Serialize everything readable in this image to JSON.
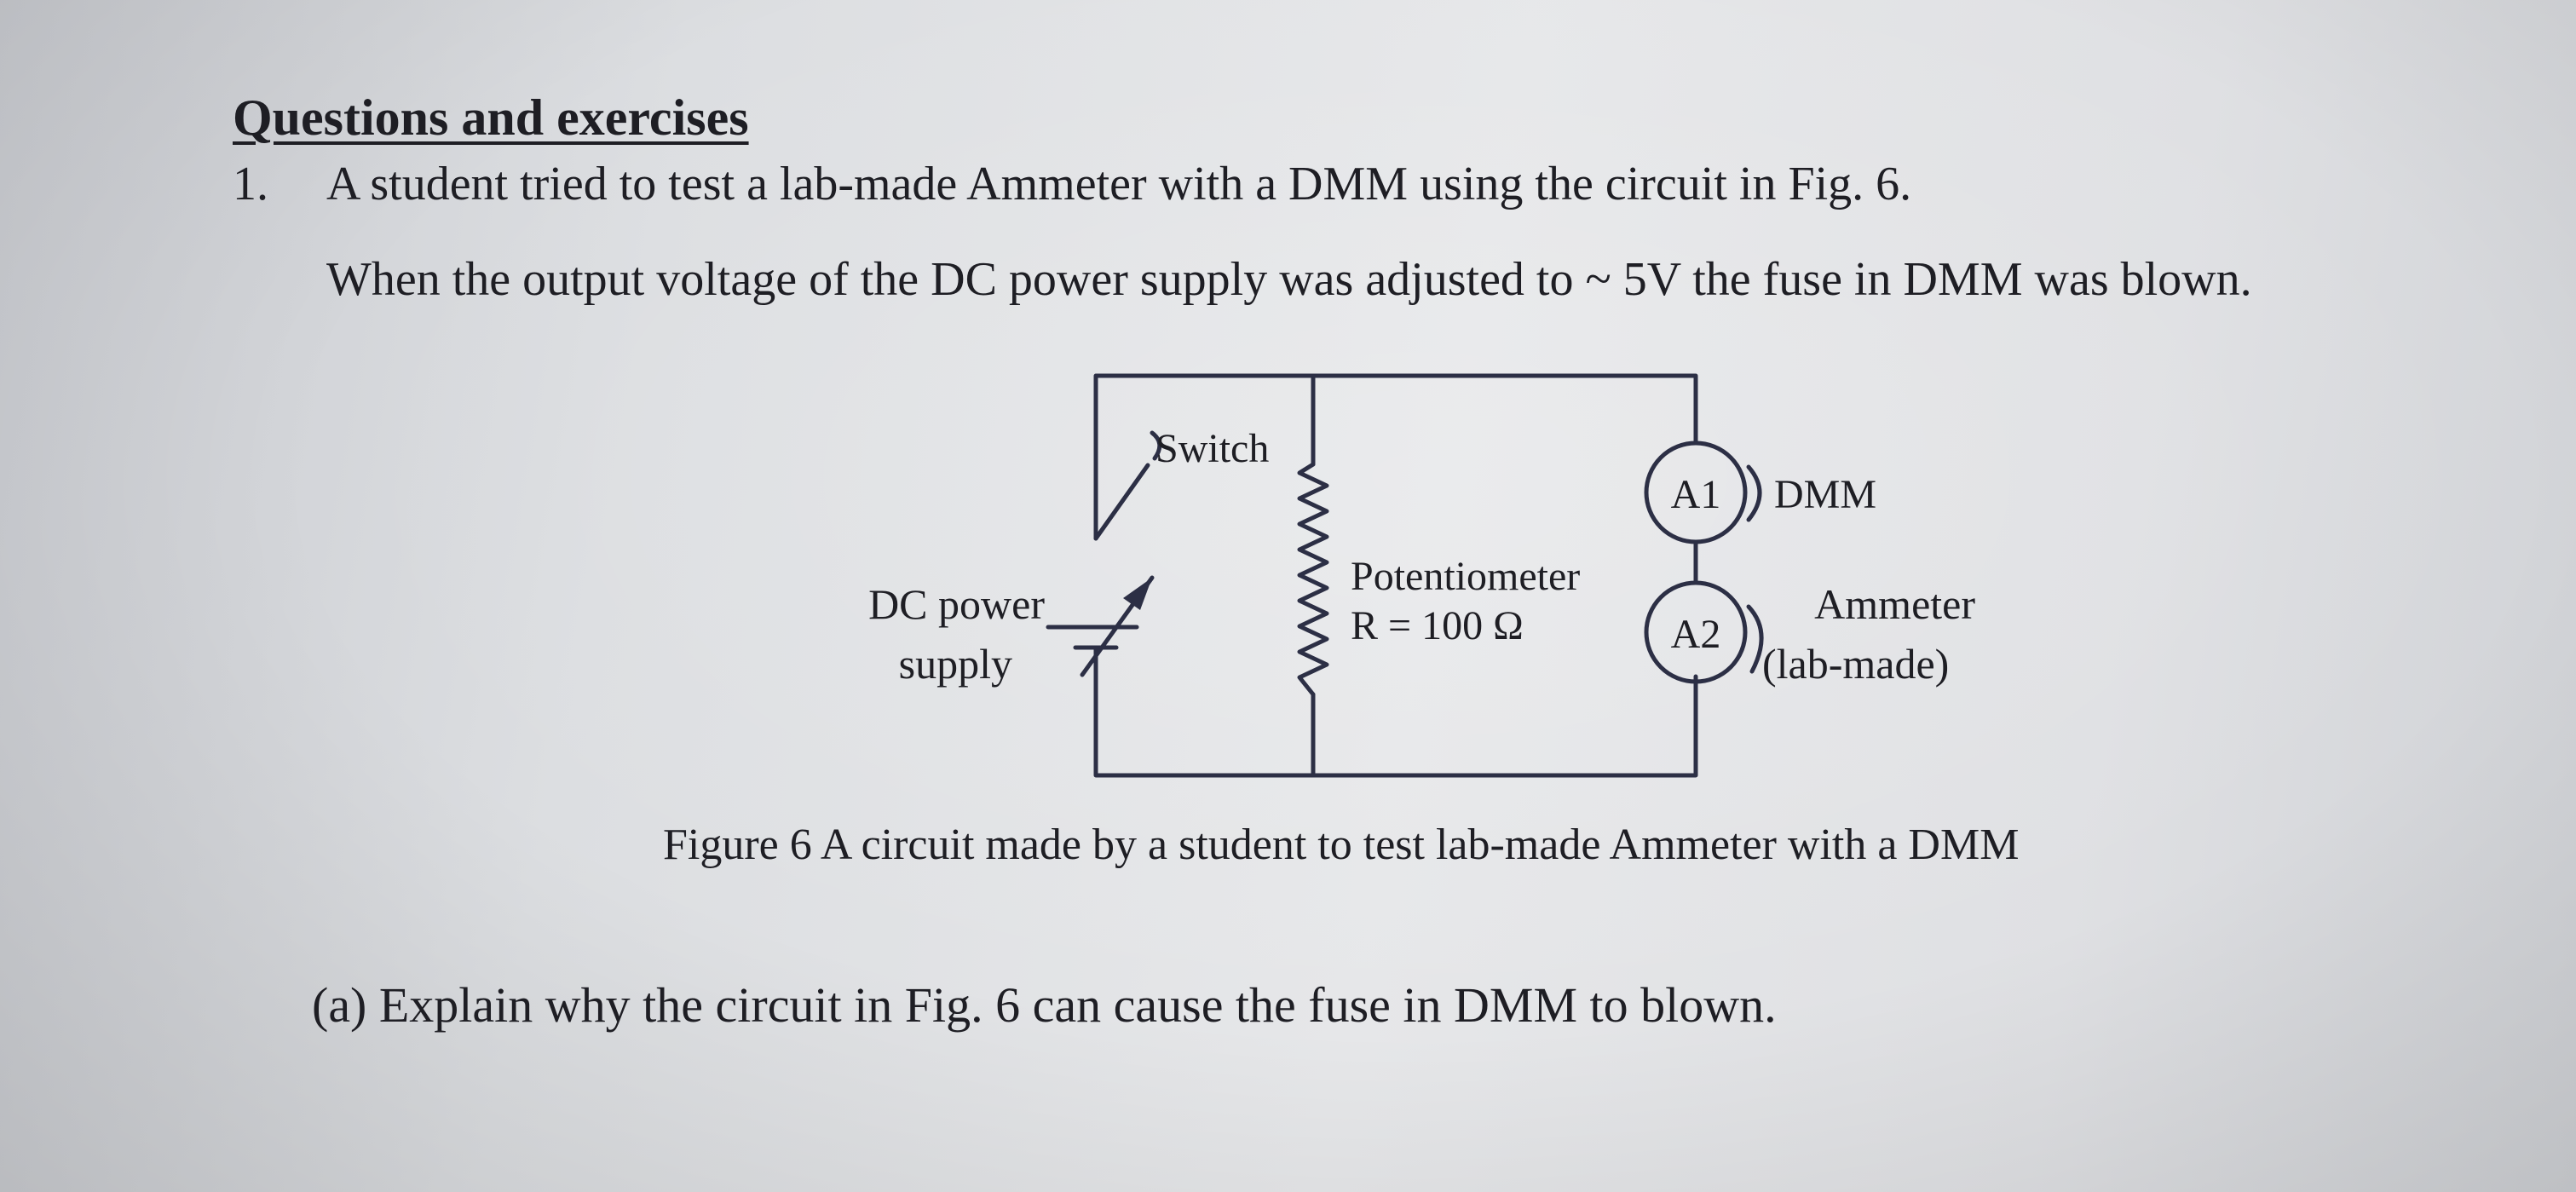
{
  "heading": "Questions and exercises",
  "question": {
    "number": "1.",
    "line1": "A student tried to test a lab-made Ammeter with a DMM using the circuit in Fig. 6.",
    "line2": "When the output voltage of the DC power supply was adjusted to ~ 5V the fuse in DMM was blown."
  },
  "figure": {
    "switch_label": "Switch",
    "a1_label": "A1",
    "dmm_label": "DMM",
    "pot_label": "Potentiometer",
    "pot_value": "R = 100 Ω",
    "dc_label_line1": "DC power",
    "dc_label_line2": "supply",
    "a2_label": "A2",
    "ammeter_label_line1": "Ammeter",
    "ammeter_label_line2": "(lab-made)",
    "caption": "Figure 6  A circuit made by a student to test lab-made Ammeter with a DMM"
  },
  "subquestion": "(a)  Explain why the circuit in Fig. 6 can cause the fuse in DMM to blown."
}
